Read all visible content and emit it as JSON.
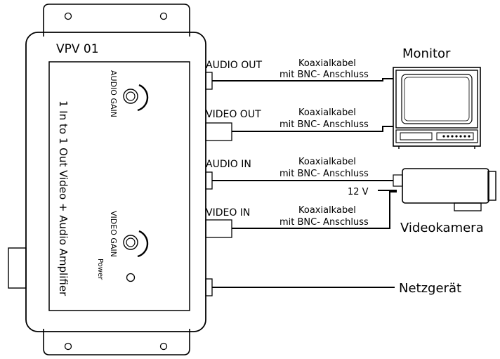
{
  "device": {
    "model": "VPV 01",
    "panel_text": "1 In to 1 Out Video + Audio Amplifier",
    "audio_gain_label": "AUDIO GAIN",
    "video_gain_label": "VIDEO GAIN",
    "power_label": "Power"
  },
  "ports": {
    "audio_out": "AUDIO OUT",
    "video_out": "VIDEO OUT",
    "audio_in": "AUDIO IN",
    "video_in": "VIDEO IN"
  },
  "cables": {
    "c1_line1": "Koaxialkabel",
    "c1_line2": "mit BNC- Anschluss",
    "c2_line1": "Koaxialkabel",
    "c2_line2": "mit BNC- Anschluss",
    "c3_line1": "Koaxialkabel",
    "c3_line2": "mit BNC- Anschluss",
    "c4_line1": "Koaxialkabel",
    "c4_line2": "mit BNC- Anschluss"
  },
  "peripherals": {
    "monitor": "Monitor",
    "camera": "Videokamera",
    "power_supply": "Netzgerät",
    "voltage": "12 V"
  }
}
